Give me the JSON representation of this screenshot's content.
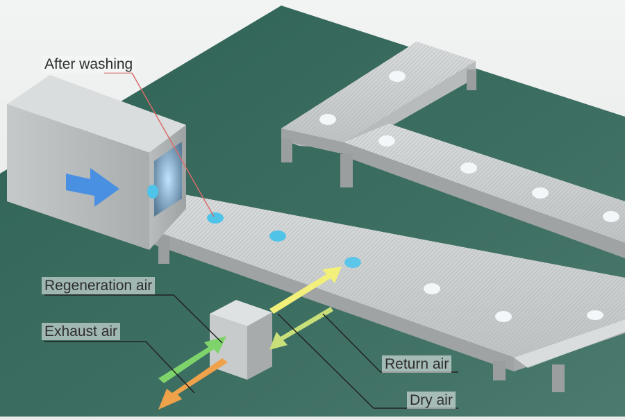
{
  "labels": {
    "after_washing": "After washing",
    "regeneration_air": "Regeneration air",
    "exhaust_air": "Exhaust air",
    "return_air": "Return air",
    "dry_air": "Dry air"
  },
  "colors": {
    "floor": "#3d6e62",
    "background": "#e9eceb",
    "conveyor": "#c9cccc",
    "washed_item": "#4fc3e8",
    "dry_item": "#f4f7f9",
    "inflow_arrow": "#4a90e2",
    "dry_air_arrow": "#f2f07a",
    "return_air_arrow": "#c9e07a",
    "regeneration_air_arrow": "#7fd36b",
    "exhaust_air_arrow": "#f0a24a"
  }
}
